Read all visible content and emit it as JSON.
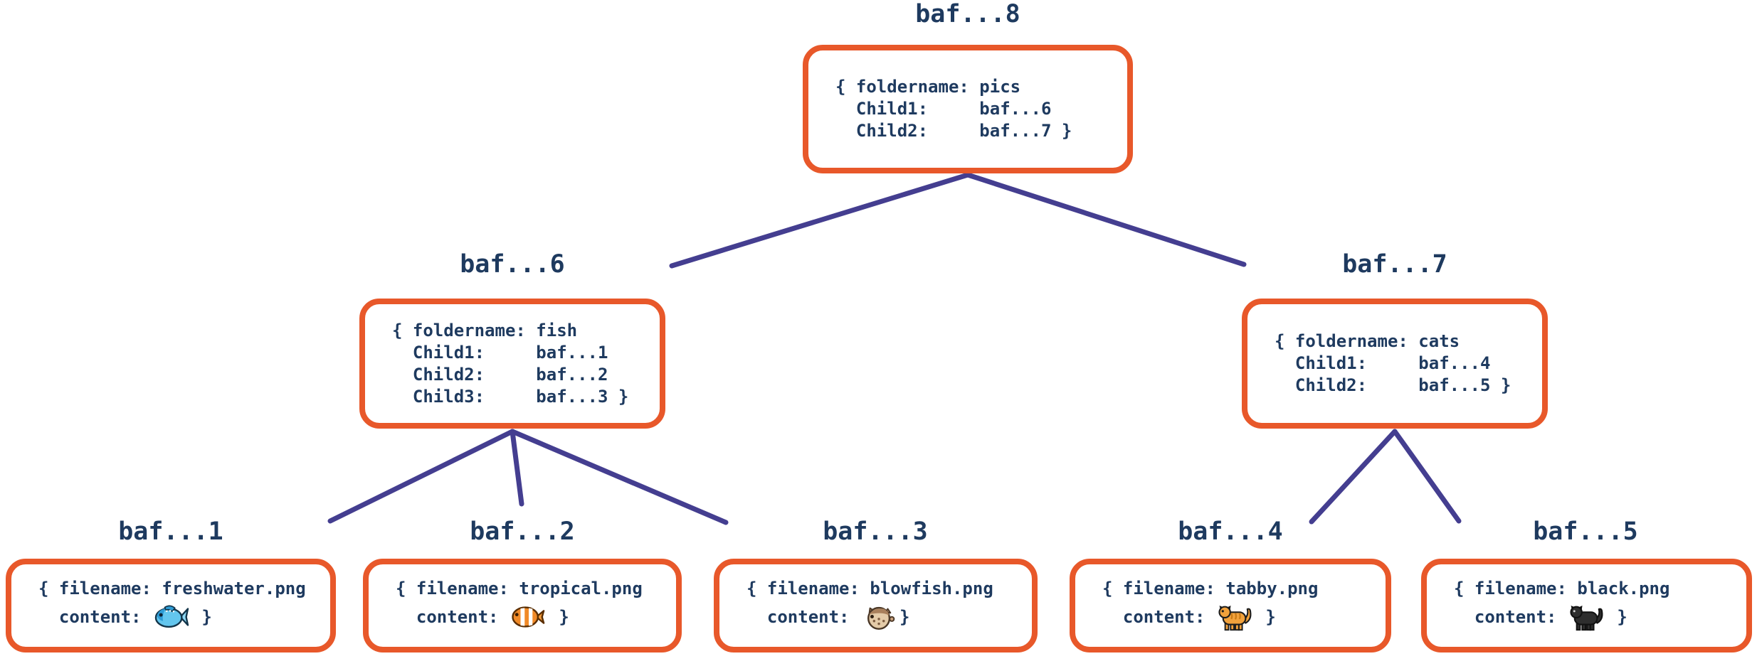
{
  "colors": {
    "node_border": "#E8582A",
    "text": "#1E3A5F",
    "connector": "#443E90",
    "background": "#FFFFFF"
  },
  "nodes": [
    {
      "id": "baf...8",
      "label": "baf...8",
      "type": "folder",
      "body": "{ foldername: pics\n  Child1:     baf...6\n  Child2:     baf...7 }"
    },
    {
      "id": "baf...6",
      "label": "baf...6",
      "type": "folder",
      "body": "{ foldername: fish\n  Child1:     baf...1\n  Child2:     baf...2\n  Child3:     baf...3 }"
    },
    {
      "id": "baf...7",
      "label": "baf...7",
      "type": "folder",
      "body": "{ foldername: cats\n  Child1:     baf...4\n  Child2:     baf...5 }"
    },
    {
      "id": "baf...1",
      "label": "baf...1",
      "type": "file",
      "line1": "{ filename: freshwater.png",
      "content_prefix": "  content: ",
      "emoji_name": "fish",
      "emoji_char": "🐟",
      "content_suffix": " }"
    },
    {
      "id": "baf...2",
      "label": "baf...2",
      "type": "file",
      "line1": "{ filename: tropical.png",
      "content_prefix": "  content: ",
      "emoji_name": "tropical-fish",
      "emoji_char": "🐠",
      "content_suffix": " }"
    },
    {
      "id": "baf...3",
      "label": "baf...3",
      "type": "file",
      "line1": "{ filename: blowfish.png",
      "content_prefix": "  content: ",
      "emoji_name": "blowfish",
      "emoji_char": "🐡",
      "content_suffix": "}"
    },
    {
      "id": "baf...4",
      "label": "baf...4",
      "type": "file",
      "line1": "{ filename: tabby.png",
      "content_prefix": "  content: ",
      "emoji_name": "tabby-cat",
      "emoji_char": "🐅",
      "content_suffix": " }"
    },
    {
      "id": "baf...5",
      "label": "baf...5",
      "type": "file",
      "line1": "{ filename: black.png",
      "content_prefix": "  content: ",
      "emoji_name": "black-cat",
      "emoji_char": "🐈‍⬛",
      "content_suffix": " }"
    }
  ],
  "edges": [
    {
      "from": "baf...8",
      "to": "baf...6"
    },
    {
      "from": "baf...8",
      "to": "baf...7"
    },
    {
      "from": "baf...6",
      "to": "baf...1"
    },
    {
      "from": "baf...6",
      "to": "baf...2"
    },
    {
      "from": "baf...6",
      "to": "baf...3"
    },
    {
      "from": "baf...7",
      "to": "baf...4"
    },
    {
      "from": "baf...7",
      "to": "baf...5"
    }
  ]
}
